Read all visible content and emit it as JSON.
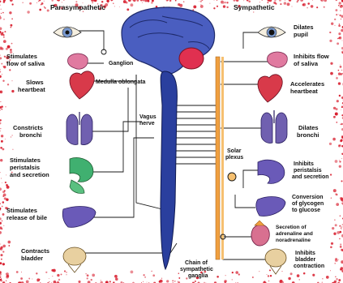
{
  "headers": {
    "left": "Parasympathetic",
    "right": "Sympathetic"
  },
  "left_labels": {
    "saliva": [
      "Stimulates",
      "flow of saliva"
    ],
    "heart": [
      "Slows",
      "heartbeat"
    ],
    "bronchi": [
      "Constricts",
      "bronchi"
    ],
    "digest": [
      "Stimulates",
      "peristalsis",
      "and secretion"
    ],
    "bile": [
      "Stimulates",
      "release of bile"
    ],
    "bladder": [
      "Contracts",
      "bladder"
    ]
  },
  "right_labels": {
    "pupil": [
      "Dilates",
      "pupil"
    ],
    "saliva": [
      "Inhibits flow",
      "of saliva"
    ],
    "heart": [
      "Accelerates",
      "heartbeat"
    ],
    "bronchi": [
      "Dilates",
      "bronchi"
    ],
    "digest": [
      "Inhibits",
      "peristalsis",
      "and secretion"
    ],
    "glucose": [
      "Conversion",
      "of glycogen",
      "to glucose"
    ],
    "adrenal": [
      "Secretion of",
      "adrenaline and",
      "noradrenaline"
    ],
    "bladder": [
      "Inhibits",
      "bladder",
      "contraction"
    ]
  },
  "center_labels": {
    "ganglion": "Ganglion",
    "medulla": "Medulla oblongata",
    "vagus": [
      "Vagus",
      "nerve"
    ],
    "solar": [
      "Solar",
      "plexus"
    ],
    "chain": [
      "Chain of",
      "sympathetic",
      "ganglia"
    ]
  },
  "colors": {
    "spine": "#2a3f9e",
    "brain": "#4a5ec0",
    "cerebellum": "#e03050",
    "chain": "#f0a040",
    "organ_red": "#d83a4a",
    "organ_pink": "#e07aa0",
    "organ_purple": "#7060b0",
    "organ_green": "#40b070",
    "border_splatter": "#d81e2e"
  }
}
